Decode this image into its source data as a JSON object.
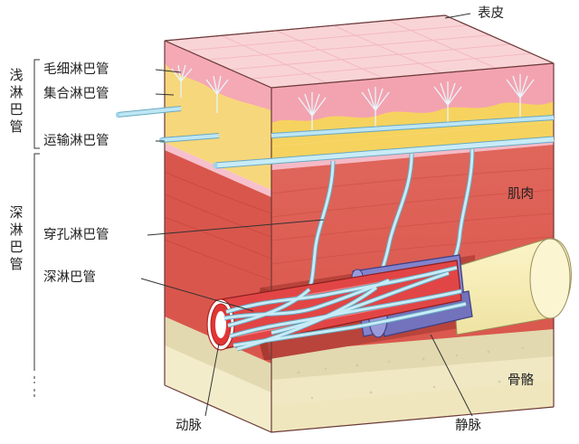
{
  "labels": {
    "epidermis": "表皮",
    "capillary": "毛细淋巴管",
    "collecting": "集合淋巴管",
    "transport": "运输淋巴管",
    "perforating": "穿孔淋巴管",
    "deep_vessel": "深淋巴管",
    "muscle": "肌肉",
    "bone": "骨骼",
    "artery": "动脉",
    "vein": "静脉"
  },
  "group_labels": {
    "superficial": "浅淋巴管",
    "deep": "深淋巴管"
  },
  "colors": {
    "skin_top": "#f9d0d4",
    "dermis_pink": "#f4a6b3",
    "fat_yellow": "#f6d77a",
    "muscle_red": "#df5a50",
    "bone": "#e8dfb8",
    "lymph": "#a9dbee",
    "artery": "#e03c3c",
    "vein": "#7e7ec8"
  }
}
